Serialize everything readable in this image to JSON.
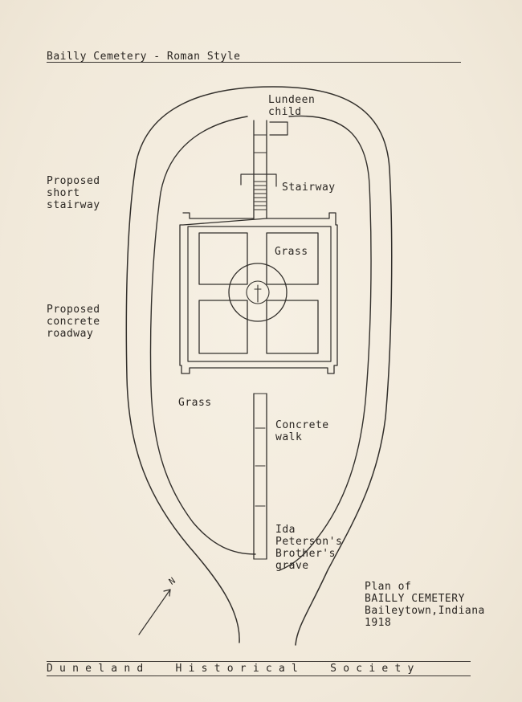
{
  "header": {
    "title": "Bailly Cemetery - Roman Style"
  },
  "labels": {
    "lundeen_line1": "Lundeen",
    "lundeen_line2": "child",
    "stairway": "Stairway",
    "proposed_stairway_1": "Proposed",
    "proposed_stairway_2": "short",
    "proposed_stairway_3": "stairway",
    "proposed_roadway_1": "Proposed",
    "proposed_roadway_2": "concrete",
    "proposed_roadway_3": "roadway",
    "grass_inner": "Grass",
    "grass_outer": "Grass",
    "walk_1": "Concrete",
    "walk_2": "walk",
    "ida_1": "Ida",
    "ida_2": "Peterson's",
    "ida_3": "Brother's",
    "ida_4": "grave",
    "north": "N"
  },
  "caption": {
    "line1": "Plan of",
    "line2": "BAILLY CEMETERY",
    "line3": "Baileytown,Indiana",
    "line4": "1918"
  },
  "footer": {
    "text": "D u n e l a n d     H i s t o r i c a l     S o c i e t y"
  }
}
